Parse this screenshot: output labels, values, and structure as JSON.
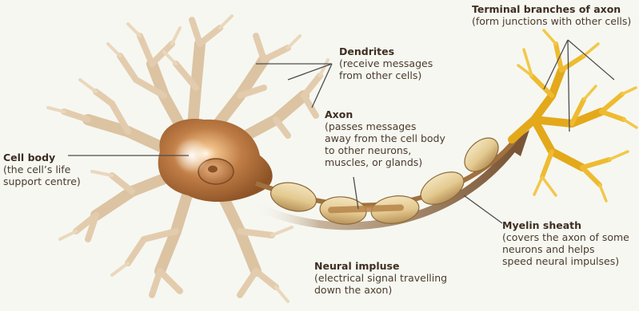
{
  "labels": {
    "terminal": {
      "title": "Terminal branches of axon",
      "lines": [
        "(form junctions with other cells)"
      ]
    },
    "dendrites": {
      "title": "Dendrites",
      "lines": [
        "(receive messages",
        "from other cells)"
      ]
    },
    "axon": {
      "title": "Axon",
      "lines": [
        "(passes messages",
        "away from the cell body",
        "to other neurons,",
        "muscles, or glands)"
      ]
    },
    "cell_body": {
      "title": "Cell body",
      "lines": [
        "(the cell’s life",
        "support centre)"
      ]
    },
    "myelin": {
      "title": "Myelin sheath",
      "lines": [
        "(covers the axon of some",
        "neurons and helps",
        "speed neural impulses)"
      ]
    },
    "impulse": {
      "title": "Neural impluse",
      "lines": [
        "(electrical signal travelling",
        "down the axon)"
      ]
    }
  },
  "colors": {
    "background": "#f6f7f1",
    "neuron_brown": "#b07040",
    "dendrite_tan": "#dcc3a2",
    "myelin_beige": "#e6cf9a",
    "terminal_yellow": "#e3a91a",
    "leader_line": "#4d4d4d",
    "impulse_arrow": "#7d5a3a"
  }
}
